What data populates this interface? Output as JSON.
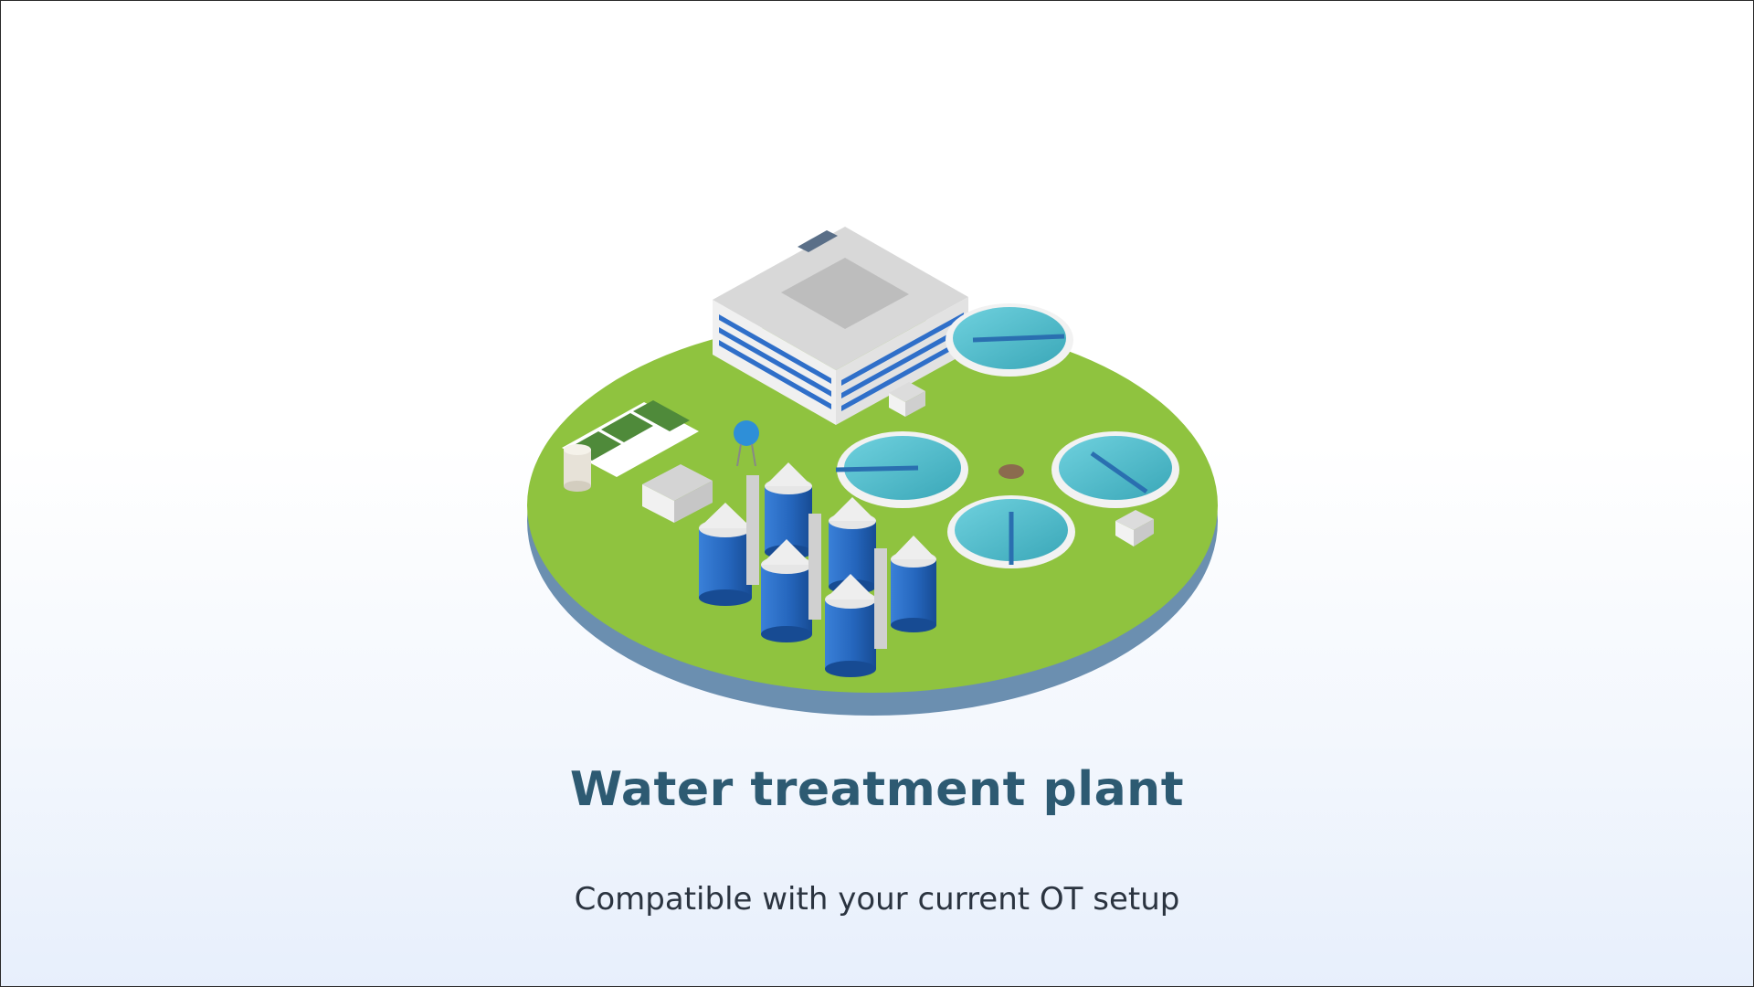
{
  "slide": {
    "title": "Water treatment plant",
    "subtitle": "Compatible with your current OT setup"
  },
  "illustration": {
    "name": "water-treatment-plant-illustration",
    "colors": {
      "ground": "#8fc33f",
      "ground_edge": "#6b8fb0",
      "water": "#4ab8c8",
      "silo": "#2e6fc2",
      "building": "#ececec",
      "window": "#2f6fc9"
    }
  }
}
